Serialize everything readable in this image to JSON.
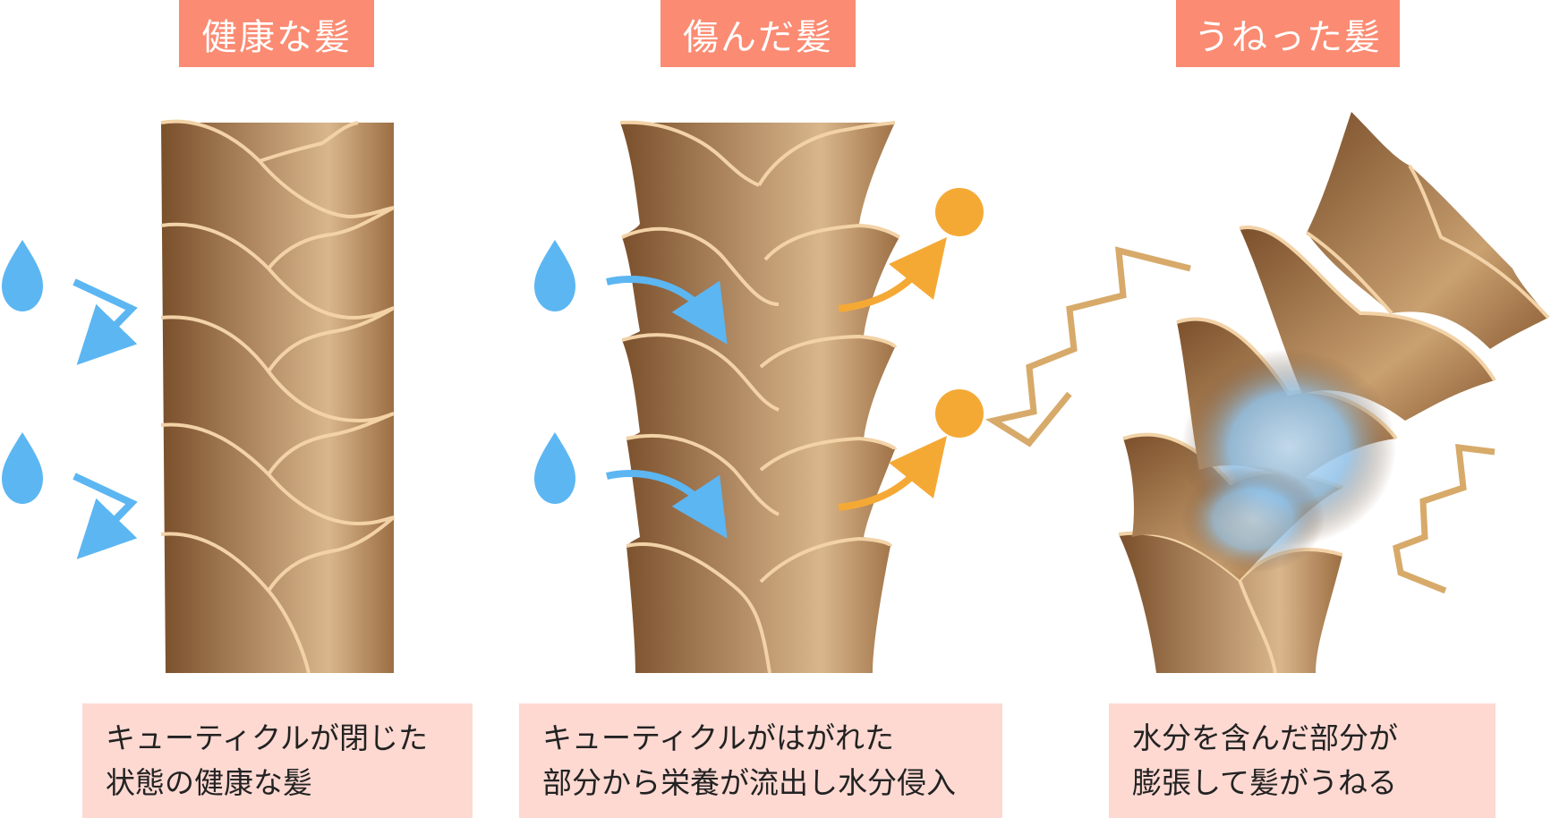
{
  "panels": [
    {
      "title": "健康な髪",
      "caption": [
        "キューティクルが閉じた",
        "状態の健康な髪"
      ]
    },
    {
      "title": "傷んだ髪",
      "caption": [
        "キューティクルがはがれた",
        "部分から栄養が流出し水分侵入"
      ]
    },
    {
      "title": "うねった髪",
      "caption": [
        "水分を含んだ部分が",
        "膨張して髪がうねる"
      ]
    }
  ],
  "colors": {
    "title_bg": "#fb8b72",
    "caption_bg": "#fdd9d2",
    "hair_dark": "#7a4f2b",
    "hair_light": "#d9b68c",
    "cuticle_edge": "#f2d2a6",
    "water": "#5cb6f2",
    "nutrient": "#f5a935",
    "wave_mark": "#d7aa6a"
  }
}
